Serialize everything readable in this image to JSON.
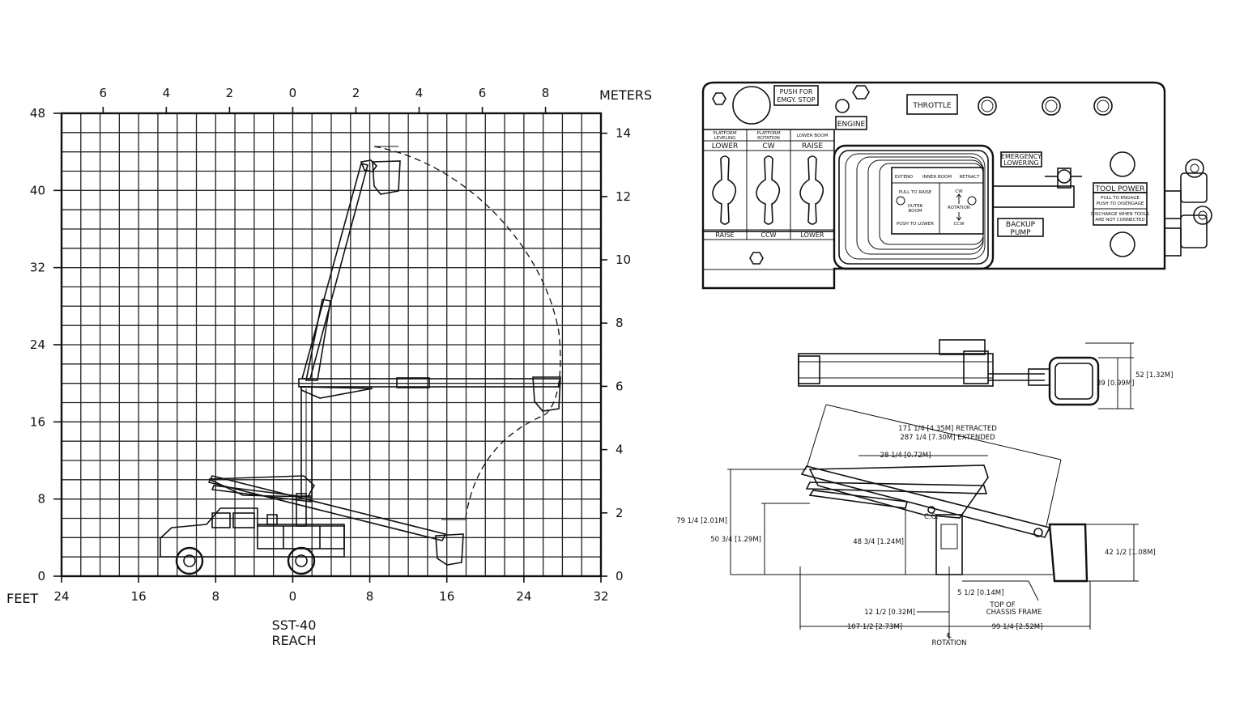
{
  "chart_data": {
    "type": "reach-diagram",
    "title": "SST-40",
    "subtitle": "REACH",
    "x_unit_label": "FEET",
    "top_unit_label": "METERS",
    "x_ticks_feet": [
      "24",
      "16",
      "8",
      "0",
      "8",
      "16",
      "24",
      "32"
    ],
    "y_ticks_feet": [
      "0",
      "8",
      "16",
      "24",
      "32",
      "40",
      "48"
    ],
    "top_ticks_meters": [
      "6",
      "4",
      "2",
      "0",
      "2",
      "4",
      "6",
      "8"
    ],
    "right_ticks_meters": [
      "0",
      "2",
      "4",
      "6",
      "8",
      "10",
      "12",
      "14"
    ],
    "xlim_feet": [
      -24,
      32
    ],
    "ylim_feet": [
      0,
      48
    ],
    "grid": true
  },
  "control_panel": {
    "push_stop": [
      "PUSH FOR",
      "EMGY. STOP"
    ],
    "engine": "ENGINE",
    "throttle": "THROTTLE",
    "emergency": [
      "EMERGENCY",
      "LOWERING"
    ],
    "tool_power": "TOOL POWER",
    "tool_notes": [
      "PULL TO ENGAGE",
      "PUSH TO DISENGAGE",
      "DISCHARGE WHEN TOOLS",
      "ARE NOT CONNECTED"
    ],
    "backup": [
      "BACKUP",
      "PUMP"
    ],
    "levers": [
      {
        "header": [
          "PLATFORM",
          "LEVELING"
        ],
        "top": "LOWER",
        "bottom": "RAISE"
      },
      {
        "header": [
          "PLATFORM",
          "ROTATION"
        ],
        "top": "CW",
        "bottom": "CCW"
      },
      {
        "header": [
          "LOWER BOOM"
        ],
        "top": "RAISE",
        "bottom": "LOWER"
      }
    ],
    "joystick": {
      "extend": "EXTEND",
      "inner_boom": "INNER BOOM",
      "retract": "RETRACT",
      "pull_raise": "PULL TO RAISE",
      "outer_boom": [
        "OUTER",
        "BOOM"
      ],
      "push_lower": "PUSH TO LOWER",
      "cw": "CW",
      "rotation": "ROTATION",
      "ccw": "CCW"
    }
  },
  "dimensions": {
    "d52": "52 [1.32M]",
    "d39": "39 [0.99M]",
    "d171": "171 1/4 [4.35M] RETRACTED",
    "d287": "287 1/4 [7.30M] EXTENDED",
    "d28": "28 1/4 [0.72M]",
    "d79": "79 1/4 [2.01M]",
    "d50": "50 3/4 [1.29M]",
    "d48": "48 3/4 [1.24M]",
    "d42": "42 1/2 [1.08M]",
    "cg": "C.G.",
    "d5": "5 1/2 [0.14M]",
    "chassis": [
      "TOP OF",
      "CHASSIS FRAME"
    ],
    "d12": "12 1/2 [0.32M]",
    "d107": "107 1/2 [2.73M]",
    "d99": "99 1/4 [2.52M]",
    "cl": "℄",
    "rotation": "ROTATION"
  }
}
